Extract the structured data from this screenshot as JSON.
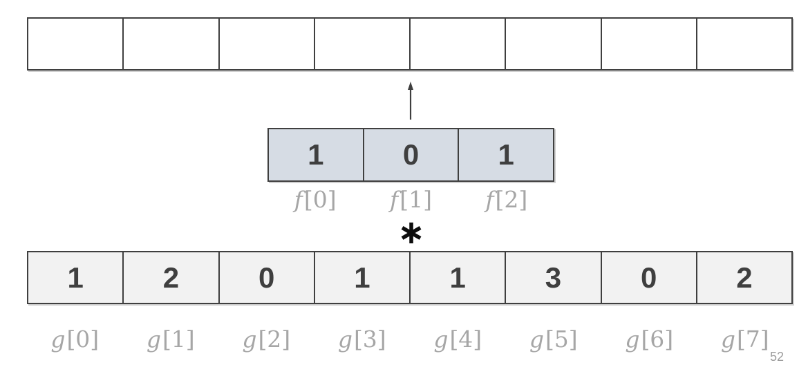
{
  "page": {
    "number": "52"
  },
  "operator": {
    "symbol": "∗",
    "meaning": "convolution"
  },
  "result_array": {
    "values": [
      "",
      "",
      "",
      "",
      "",
      "",
      "",
      ""
    ]
  },
  "f_array": {
    "symbol": "f",
    "values": [
      "1",
      "0",
      "1"
    ],
    "labels": [
      "[0]",
      "[1]",
      "[2]"
    ],
    "fill": "#d6dce4"
  },
  "g_array": {
    "symbol": "g",
    "values": [
      "1",
      "2",
      "0",
      "1",
      "1",
      "3",
      "0",
      "2"
    ],
    "labels": [
      "[0]",
      "[1]",
      "[2]",
      "[3]",
      "[4]",
      "[5]",
      "[6]",
      "[7]"
    ],
    "fill": "#f2f2f2"
  },
  "colors": {
    "border": "#3f3f3f",
    "value_text": "#3f3f3f",
    "label_text": "#a6a6a6",
    "page_number_text": "#9b9b9b",
    "background": "#ffffff"
  }
}
